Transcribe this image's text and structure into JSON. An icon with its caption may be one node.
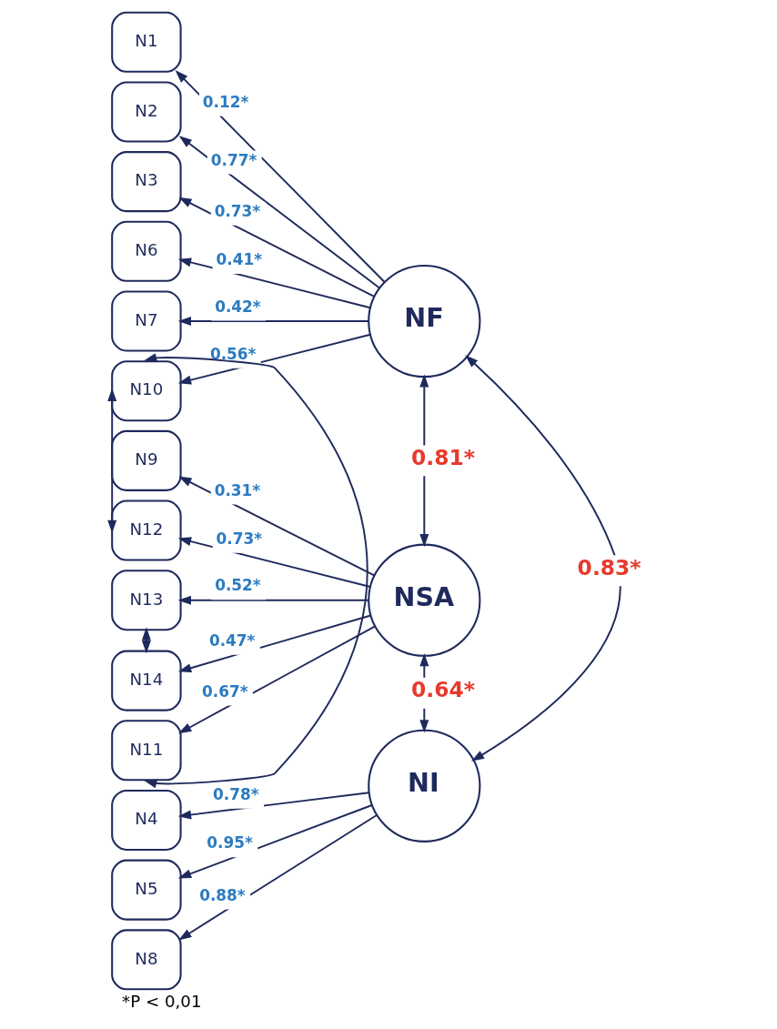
{
  "diagram": {
    "caption": "*P < 0,01",
    "nodes": [
      {
        "text": [
          "N1"
        ]
      },
      {
        "text": [
          "N2"
        ]
      },
      {
        "text": [
          "N3"
        ]
      },
      {
        "text": [
          "N6"
        ]
      },
      {
        "text": [
          "N7"
        ]
      },
      {
        "text": [
          "N10"
        ]
      },
      {
        "text": [
          "N9"
        ]
      },
      {
        "text": [
          "N12"
        ]
      },
      {
        "text": [
          "N13"
        ]
      },
      {
        "text": [
          "N14"
        ]
      },
      {
        "text": [
          "N11"
        ]
      },
      {
        "text": [
          "N4"
        ]
      },
      {
        "text": [
          "N5"
        ]
      },
      {
        "text": [
          "N8"
        ]
      },
      {
        "text": [
          "NF"
        ]
      },
      {
        "text": [
          "NSA"
        ]
      },
      {
        "text": [
          "NI"
        ]
      }
    ],
    "edges": [
      {
        "from": 14,
        "to": 0,
        "arrow": "to",
        "label": "0.12*"
      },
      {
        "from": 14,
        "to": 1,
        "arrow": "to",
        "label": "0.77*"
      },
      {
        "from": 14,
        "to": 2,
        "arrow": "to",
        "label": "0.73*"
      },
      {
        "from": 14,
        "to": 3,
        "arrow": "to",
        "label": "0.41*"
      },
      {
        "from": 14,
        "to": 4,
        "arrow": "to",
        "label": "0.42*"
      },
      {
        "from": 14,
        "to": 5,
        "arrow": "to",
        "label": "0.56*"
      },
      {
        "from": 15,
        "to": 6,
        "arrow": "to",
        "label": "0.31*"
      },
      {
        "from": 15,
        "to": 7,
        "arrow": "to",
        "label": "0.73*"
      },
      {
        "from": 15,
        "to": 8,
        "arrow": "to",
        "label": "0.52*"
      },
      {
        "from": 15,
        "to": 9,
        "arrow": "to",
        "label": "0.47*"
      },
      {
        "from": 15,
        "to": 10,
        "arrow": "to",
        "label": "0.67*"
      },
      {
        "from": 16,
        "to": 11,
        "arrow": "to",
        "label": "0.78*"
      },
      {
        "from": 16,
        "to": 12,
        "arrow": "to",
        "label": "0.95*"
      },
      {
        "from": 16,
        "to": 13,
        "arrow": "to",
        "label": "0.88*"
      },
      {
        "from": 14,
        "to": 15,
        "arrow": "both",
        "label": "0.81*"
      },
      {
        "from": 15,
        "to": 16,
        "arrow": "both",
        "label": "0.64*"
      },
      {
        "from": 14,
        "to": 16,
        "arrow": "both",
        "label": "0.83*"
      },
      {
        "from": 5,
        "to": 7,
        "arrow": "both"
      },
      {
        "from": 8,
        "to": 9,
        "arrow": "both"
      },
      {
        "from": 5,
        "to": 10,
        "arrow": "both"
      }
    ]
  }
}
